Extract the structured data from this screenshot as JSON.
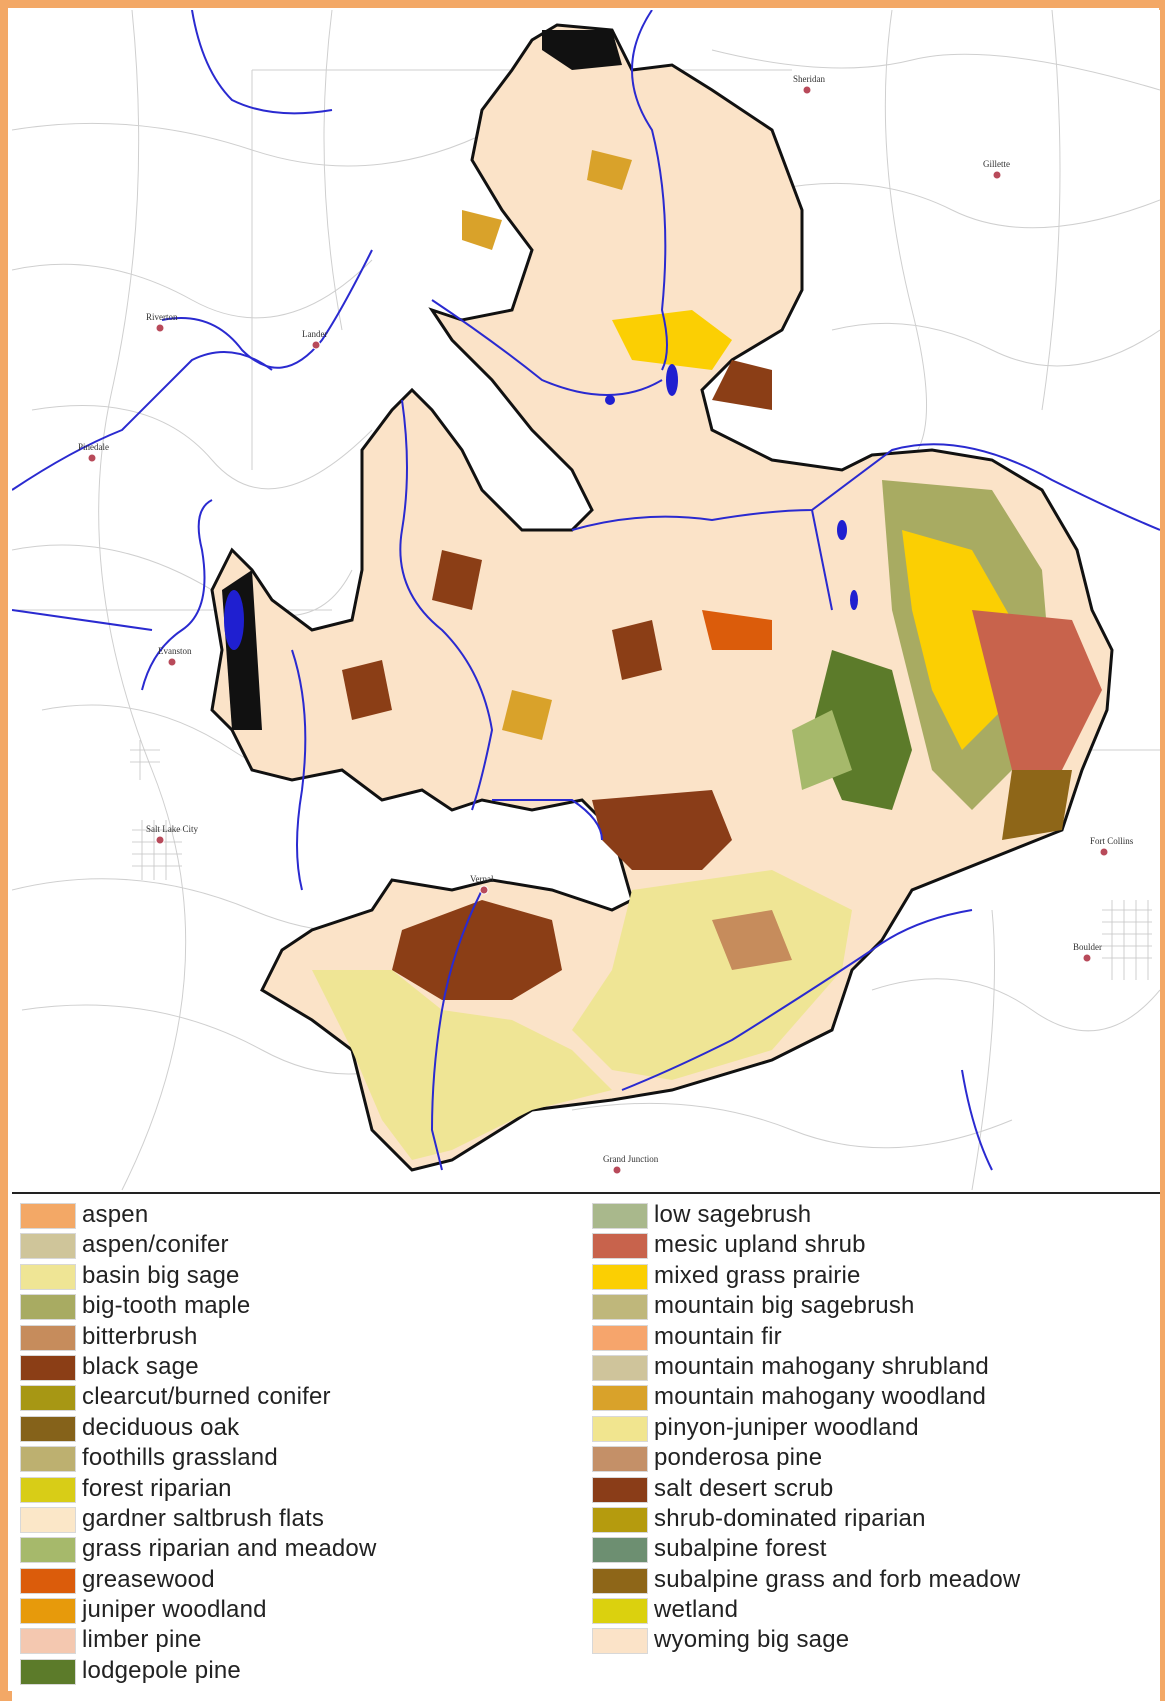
{
  "legend": {
    "left": [
      {
        "label": "aspen",
        "color": "#f3a866"
      },
      {
        "label": "aspen/conifer",
        "color": "#cfc59a"
      },
      {
        "label": "basin big sage",
        "color": "#efe595"
      },
      {
        "label": "big-tooth maple",
        "color": "#a8ab62"
      },
      {
        "label": "bitterbrush",
        "color": "#c68c5c"
      },
      {
        "label": "black sage",
        "color": "#8b3e16"
      },
      {
        "label": "clearcut/burned conifer",
        "color": "#a79714"
      },
      {
        "label": "deciduous oak",
        "color": "#85621a"
      },
      {
        "label": "foothills grassland",
        "color": "#bdb070"
      },
      {
        "label": "forest riparian",
        "color": "#d8cd17"
      },
      {
        "label": "gardner saltbrush flats",
        "color": "#fbe7c8"
      },
      {
        "label": "grass riparian and meadow",
        "color": "#a6b96b"
      },
      {
        "label": "greasewood",
        "color": "#db5c0b"
      },
      {
        "label": "juniper woodland",
        "color": "#e79a0b"
      },
      {
        "label": "limber pine",
        "color": "#f4c8b0"
      },
      {
        "label": "lodgepole pine",
        "color": "#5c7b2a"
      }
    ],
    "right": [
      {
        "label": "low sagebrush",
        "color": "#a9b88c"
      },
      {
        "label": "mesic upland shrub",
        "color": "#c8634c"
      },
      {
        "label": "mixed grass prairie",
        "color": "#fbcf03"
      },
      {
        "label": "mountain big sagebrush",
        "color": "#bfb77b"
      },
      {
        "label": "mountain fir",
        "color": "#f6a56c"
      },
      {
        "label": "mountain mahogany shrubland",
        "color": "#cfc49b"
      },
      {
        "label": "mountain mahogany woodland",
        "color": "#d9a22a"
      },
      {
        "label": "pinyon-juniper woodland",
        "color": "#f1e58f"
      },
      {
        "label": "ponderosa pine",
        "color": "#c49068"
      },
      {
        "label": "salt desert scrub",
        "color": "#8a3d18"
      },
      {
        "label": "shrub-dominated riparian",
        "color": "#b59b0e"
      },
      {
        "label": "subalpine forest",
        "color": "#6d8f71"
      },
      {
        "label": "subalpine grass and forb meadow",
        "color": "#8e6618"
      },
      {
        "label": "wetland",
        "color": "#dbd10e"
      },
      {
        "label": "wyoming big sage",
        "color": "#fbe3c8"
      }
    ]
  },
  "map": {
    "cities": [
      {
        "name": "Sheridan"
      },
      {
        "name": "Gillette"
      },
      {
        "name": "Riverton"
      },
      {
        "name": "Lander"
      },
      {
        "name": "Pinedale"
      },
      {
        "name": "Evanston"
      },
      {
        "name": "Salt Lake City"
      },
      {
        "name": "Vernal"
      },
      {
        "name": "Fort Collins"
      },
      {
        "name": "Boulder"
      },
      {
        "name": "Grand Junction"
      }
    ],
    "colors": {
      "river": "#2a2ad0",
      "boundary": "#111111",
      "base": "#fbe3c8",
      "roads": "#c8c8c8"
    }
  }
}
